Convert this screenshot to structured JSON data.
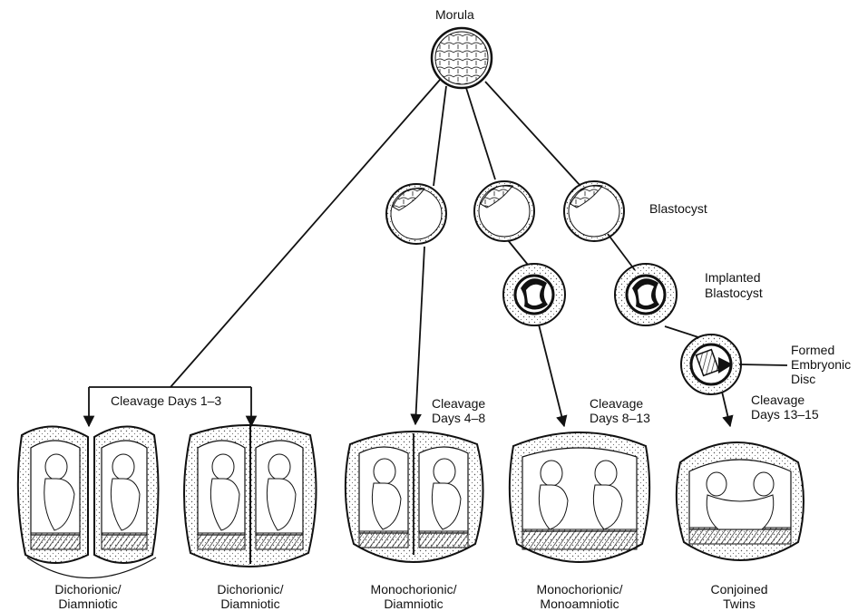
{
  "labels": {
    "morula": "Morula",
    "blastocyst": "Blastocyst",
    "implanted_1": "Implanted",
    "implanted_2": "Blastocyst",
    "formed_1": "Formed",
    "formed_2": "Embryonic",
    "formed_3": "Disc",
    "cleavage_1_3": "Cleavage Days 1–3",
    "cleavage_4_8_a": "Cleavage",
    "cleavage_4_8_b": "Days 4–8",
    "cleavage_8_13_a": "Cleavage",
    "cleavage_8_13_b": "Days 8–13",
    "cleavage_13_15_a": "Cleavage",
    "cleavage_13_15_b": "Days 13–15"
  },
  "outcomes": [
    {
      "line1": "Dichorionic/",
      "line2": "Diamniotic"
    },
    {
      "line1": "Dichorionic/",
      "line2": "Diamniotic"
    },
    {
      "line1": "Monochorionic/",
      "line2": "Diamniotic"
    },
    {
      "line1": "Monochorionic/",
      "line2": "Monoamniotic"
    },
    {
      "line1": "Conjoined",
      "line2": "Twins"
    }
  ]
}
